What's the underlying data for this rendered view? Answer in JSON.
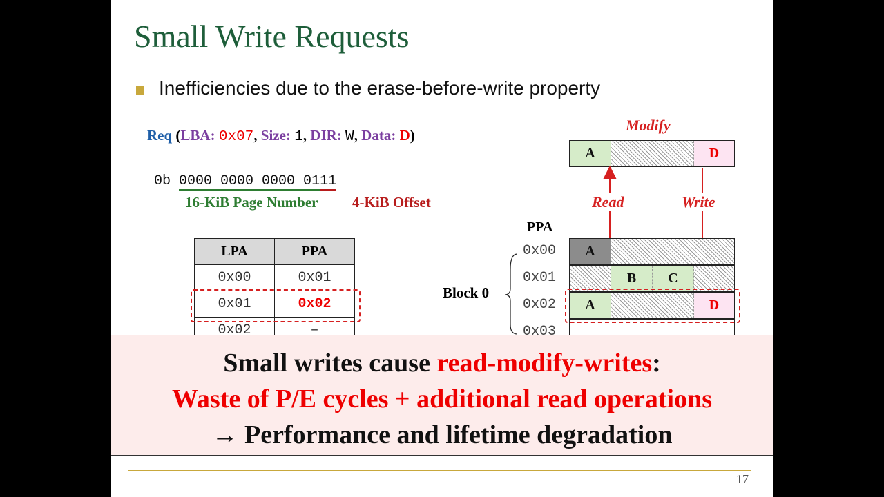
{
  "title": "Small Write Requests",
  "bullet": "Inefficiencies due to the erase-before-write property",
  "request": {
    "req": "Req",
    "open": "(",
    "lba_key": "LBA:",
    "lba_val": "0x07",
    "size_key": "Size:",
    "size_val": "1",
    "dir_key": "DIR:",
    "dir_val": "W",
    "data_key": "Data:",
    "data_val": "D",
    "close": ")",
    "comma": ","
  },
  "binary": {
    "prefix": "0b",
    "page_bits": "0000 0000 0000 01",
    "offset_bits": "11",
    "page_label": "16-KiB Page Number",
    "offset_label": "4-KiB Offset"
  },
  "mapping_table": {
    "headers": [
      "LPA",
      "PPA"
    ],
    "rows": [
      [
        "0x00",
        "0x01"
      ],
      [
        "0x01",
        "0x02"
      ],
      [
        "0x02",
        "–"
      ]
    ]
  },
  "flash": {
    "modify_label": "Modify",
    "read_label": "Read",
    "write_label": "Write",
    "ppa_label": "PPA",
    "block_label": "Block 0",
    "addresses": [
      "0x00",
      "0x01",
      "0x02",
      "0x03"
    ],
    "modify_page": [
      "A",
      "",
      "D"
    ],
    "rows": [
      [
        "A",
        ""
      ],
      [
        "",
        "B",
        "C",
        ""
      ],
      [
        "A",
        "",
        "D"
      ]
    ]
  },
  "banner": {
    "line1_a": "Small writes cause ",
    "line1_b": "read-modify-writes",
    "line1_c": ":",
    "line2": "Waste of P/E cycles + additional read operations",
    "line3": "→ Performance and lifetime degradation"
  },
  "page_number": "17"
}
